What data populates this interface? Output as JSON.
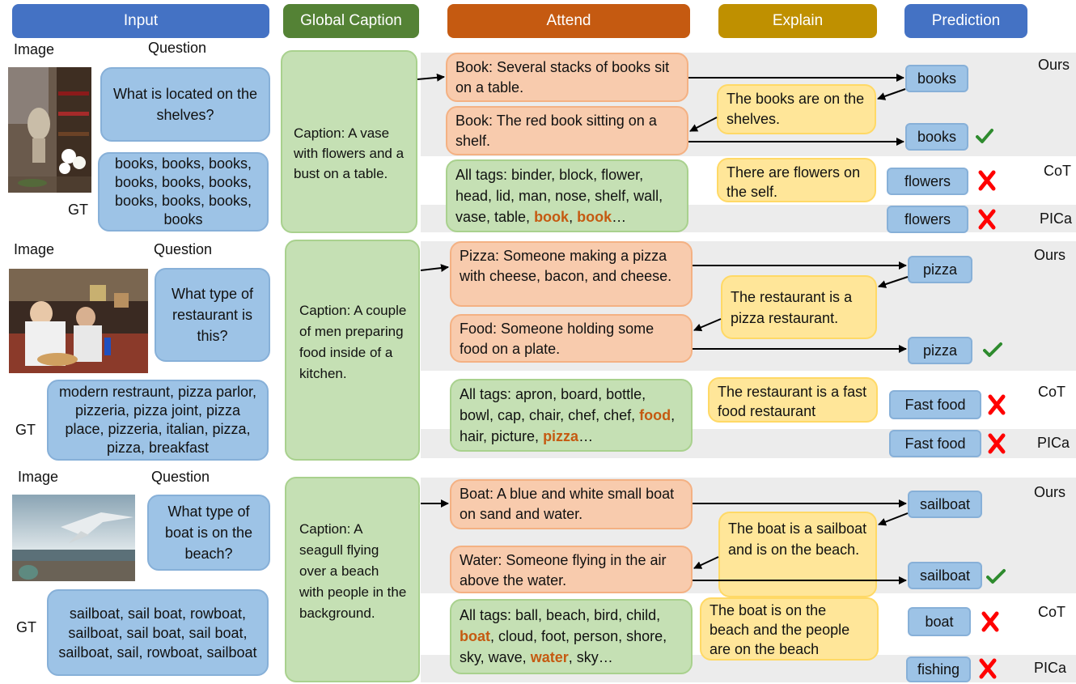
{
  "headers": {
    "input": "Input",
    "global_caption": "Global Caption",
    "attend": "Attend",
    "explain": "Explain",
    "prediction": "Prediction"
  },
  "colors": {
    "header_blue": "#4472c4",
    "header_green": "#548235",
    "header_orange": "#c55a11",
    "header_gold": "#bf9000",
    "check": "#2e8b2e",
    "cross": "#ff0000",
    "highlight": "#c55a11"
  },
  "rows": [
    {
      "image_label": "Image",
      "question_label": "Question",
      "gt_label": "GT",
      "question": "What is located on the shelves?",
      "gt": "books, books, books, books, books, books, books, books, books, books",
      "caption": "Caption: A vase with flowers and a bust on a table.",
      "attend": [
        "Book: Several stacks of books sit on a table.",
        "Book: The red book sitting on a shelf."
      ],
      "tags_plain": "All tags: binder, block, flower, head, lid, man, nose, shelf, wall, vase, table, ",
      "tags_hl": [
        "book",
        "book"
      ],
      "tags_sep": ", ",
      "tags_end": "…",
      "explain_ours": "The books are on the shelves.",
      "explain_cot": "There are flowers on the self.",
      "preds": [
        "books",
        "books",
        "flowers",
        "flowers"
      ],
      "methods": [
        "Ours",
        "CoT",
        "PICa"
      ]
    },
    {
      "image_label": "Image",
      "question_label": "Question",
      "gt_label": "GT",
      "question": "What type of restaurant is this?",
      "gt": "modern restraunt, pizza parlor, pizzeria, pizza joint, pizza place, pizzeria, italian, pizza, pizza, breakfast",
      "caption": "Caption: A couple of men preparing food inside of a kitchen.",
      "attend": [
        "Pizza: Someone making a pizza with cheese, bacon, and cheese.",
        "Food: Someone holding some food on a plate."
      ],
      "tags_plain": "All tags: apron, board, bottle, bowl, cap, chair, chef, chef, ",
      "tags_hl1": "food",
      "tags_mid": ", hair, picture, ",
      "tags_hl2": "pizza",
      "tags_end": "…",
      "explain_ours": "The restaurant is a pizza restaurant.",
      "explain_cot": "The restaurant is a fast food restaurant",
      "preds": [
        "pizza",
        "pizza",
        "Fast food",
        "Fast food"
      ],
      "methods": [
        "Ours",
        "CoT",
        "PICa"
      ]
    },
    {
      "image_label": "Image",
      "question_label": "Question",
      "gt_label": "GT",
      "question": "What type of boat is on the beach?",
      "gt": "sailboat, sail boat, rowboat, sailboat, sail boat, sail boat, sailboat, sail, rowboat, sailboat",
      "caption": "Caption: A seagull flying over a beach with people in the background.",
      "attend": [
        "Boat: A blue and white small boat on sand and water.",
        "Water: Someone flying in the air above the water."
      ],
      "tags_plain": "All tags: ball, beach, bird, child, ",
      "tags_hl1": "boat",
      "tags_mid": ", cloud, foot, person, shore, sky, wave, ",
      "tags_hl2": "water",
      "tags_end": ", sky…",
      "explain_ours": "The boat is a sailboat and is on the beach.",
      "explain_cot": "The boat is on the beach and the people are on the beach",
      "preds": [
        "sailboat",
        "sailboat",
        "boat",
        "fishing"
      ],
      "methods": [
        "Ours",
        "CoT",
        "PICa"
      ]
    }
  ]
}
